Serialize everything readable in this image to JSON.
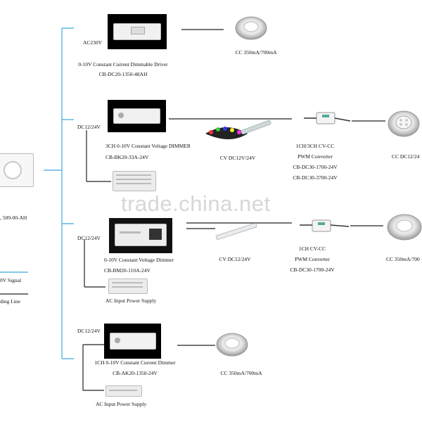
{
  "watermark": "trade.china.net",
  "legend": {
    "signal_label": "0V Signal",
    "wiring_label": "ding Line"
  },
  "controller": {
    "model_label": ", 509-00-AH"
  },
  "branch1": {
    "input_label": "AC230V",
    "driver_name": "0-10V Constant Current Dimmable Driver",
    "driver_model": "CB-DC20-1350-48AH",
    "output_label": "CC 350mA/700mA"
  },
  "branch2": {
    "input_label": "DC12/24V",
    "dimmer_name": "3CH 0-10V Constant Voltage DIMMER",
    "dimmer_model": "CB-BK20-33A-24V",
    "strip_label": "CV DC12V/24V",
    "converter_name": "1CH/3CH CV-CC",
    "converter_type": "PWM Converter",
    "converter_model_1": "CB-DC30-1700-24V",
    "converter_model_2": "CB-DC30-3700-24V",
    "output_label": "CC DC12/24"
  },
  "branch3": {
    "input_label": "DC12/24V",
    "dimmer_name": "0-10V Constant Voltage Dimmer",
    "dimmer_model": "CB-BM20-110A-24V",
    "power_label": "AC Input Power Supply",
    "strip_label": "CV DC12/24V",
    "converter_name": "1CH CV-CC",
    "converter_type": "PWM Converter",
    "converter_model": "CB-DC30-1700-24V",
    "output_label": "CC 350mA/700"
  },
  "branch4": {
    "input_label": "DC12/24V",
    "dimmer_name": "1CH 0-10V Constant Current Dimmer",
    "dimmer_model": "CB-AK20-1350-24V",
    "output_label": "CC 350mA/700mA",
    "power_label": "AC Input Power Supply"
  },
  "colors": {
    "trunk": "#5bb6e6",
    "wire": "#222222",
    "device_bg": "#000000"
  }
}
